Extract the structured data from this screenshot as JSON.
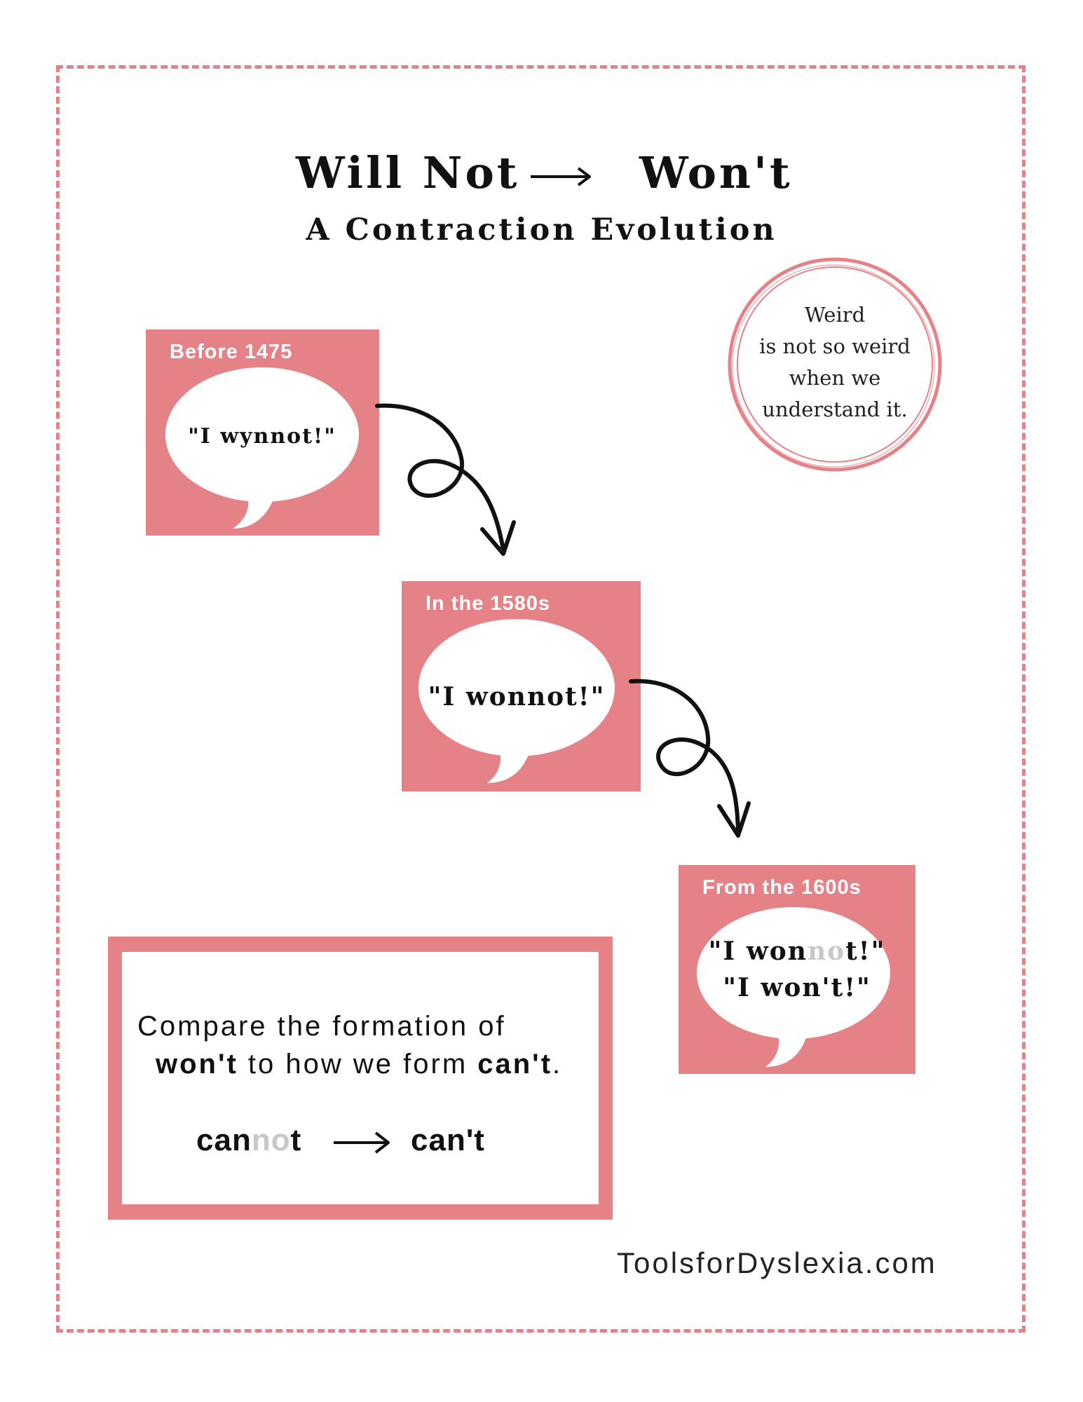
{
  "title": {
    "left": "Will Not",
    "arrow_icon": "long-right-arrow",
    "right": "Won't",
    "subtitle": "A Contraction Evolution"
  },
  "note": {
    "line1": "Weird",
    "line2": "is not so weird",
    "line3": "when we",
    "line4": "understand it."
  },
  "stages": [
    {
      "label": "Before 1475",
      "quote": "\"I wynnot!\""
    },
    {
      "label": "In the 1580s",
      "quote": "\"I wonnot!\""
    },
    {
      "label": "From the 1600s",
      "quote1_a": "\"I won",
      "quote1_faded": "no",
      "quote1_b": "t!\"",
      "quote2": "\"I won't!\""
    }
  ],
  "compare": {
    "line1": "Compare the formation of",
    "line2_bold1": "won't",
    "line2_mid": " to how we form ",
    "line2_bold2": "can't",
    "line2_end": ".",
    "example_a": "can",
    "example_faded": "no",
    "example_b": "t",
    "example_result": "can't"
  },
  "colors": {
    "accent": "#e48288",
    "faded": "#c8c8c8"
  },
  "footer": "ToolsforDyslexia.com"
}
